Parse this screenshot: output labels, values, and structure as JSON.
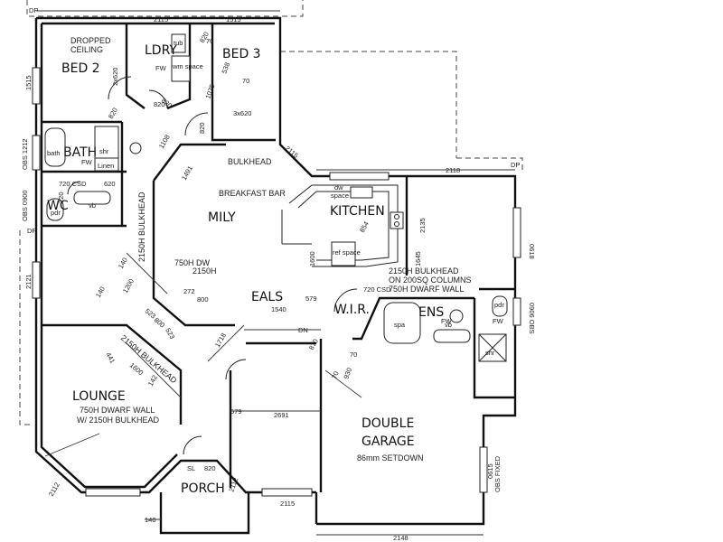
{
  "rooms": {
    "bed2": "BED 2",
    "ldry": "LDRY",
    "bed3": "BED 3",
    "bath": "BATH",
    "wc": "WC",
    "mily": "MILY",
    "kitchen": "KITCHEN",
    "eals": "EALS",
    "wir": "W.I.R.",
    "ens": "ENS",
    "lounge": "LOUNGE",
    "double_garage_1": "DOUBLE",
    "double_garage_2": "GARAGE",
    "porch": "PORCH"
  },
  "notes": {
    "dropped_1": "DROPPED",
    "dropped_2": "CEILING",
    "bulkhead": "BULKHEAD",
    "breakfast_bar": "BREAKFAST BAR",
    "bulkhead_2150": "2150H BULKHEAD",
    "dw_750": "750H DW",
    "h2150": "2150H",
    "ens_note_1": "2150H BULKHEAD",
    "ens_note_2": "ON 200SQ COLUMNS",
    "ens_note_3": "750H DWARF WALL",
    "lounge_bulkhead": "2150H BULKHEAD",
    "lounge_note_1": "750H DWARF WALL",
    "lounge_note_2": "W/ 2150H BULKHEAD",
    "setdown": "86mm SETDOWN",
    "csd_720": "720 CSD",
    "csd_720b": "720 CSD",
    "obs_fixed": "OBS FIXED",
    "fw": "FW",
    "wm_space": "wm space",
    "tub": "tub",
    "linen": "Linen",
    "shr": "shr",
    "bath_fix": "bath",
    "vb": "vb",
    "pdr": "pdr",
    "dw": "dw",
    "space": "space",
    "ref_space": "ref space",
    "spa": "spa",
    "sl": "SL",
    "dn": "DN",
    "dp": "DP",
    "win_3x620": "3x620"
  },
  "dims": {
    "d2115_top": "2115",
    "d1515_top": "1515",
    "d2115_right": "2115",
    "d2118": "2118",
    "d2135": "2135",
    "d854": "854",
    "d1645": "1645",
    "d1600_k": "1600",
    "d579": "579",
    "d1540": "1540",
    "d2691": "2691",
    "d579b": "579",
    "d930": "930",
    "d70a": "70",
    "d70b": "70",
    "d2112_l": "2112",
    "d2112_r": "2112",
    "d2115_bot": "2115",
    "d2148": "2148",
    "d1491": "1491",
    "d1718": "1718",
    "d1200": "1200",
    "d140a": "140",
    "d140b": "140",
    "d140c": "140",
    "d523a": "523",
    "d523b": "523",
    "d800": "800",
    "d1600": "1600",
    "d441": "441",
    "d142": "142",
    "d272": "272",
    "d800b": "800",
    "d820a": "820",
    "d820b": "820",
    "d820c": "820",
    "d820d": "820",
    "d820e": "820",
    "d1075": "1075",
    "d1108": "1108",
    "d2x620": "2x620",
    "d620": "620",
    "d720": "720",
    "d1515_l": "1515",
    "d1212": "OBS 1212",
    "d0900": "OBS 0900",
    "d2121": "2121",
    "d0618": "0618",
    "d0906": "0906 OBS",
    "d0615": "0615",
    "d820_porch": "820",
    "d70c": "70",
    "d70d": "70",
    "d538": "538",
    "d870": "870"
  }
}
